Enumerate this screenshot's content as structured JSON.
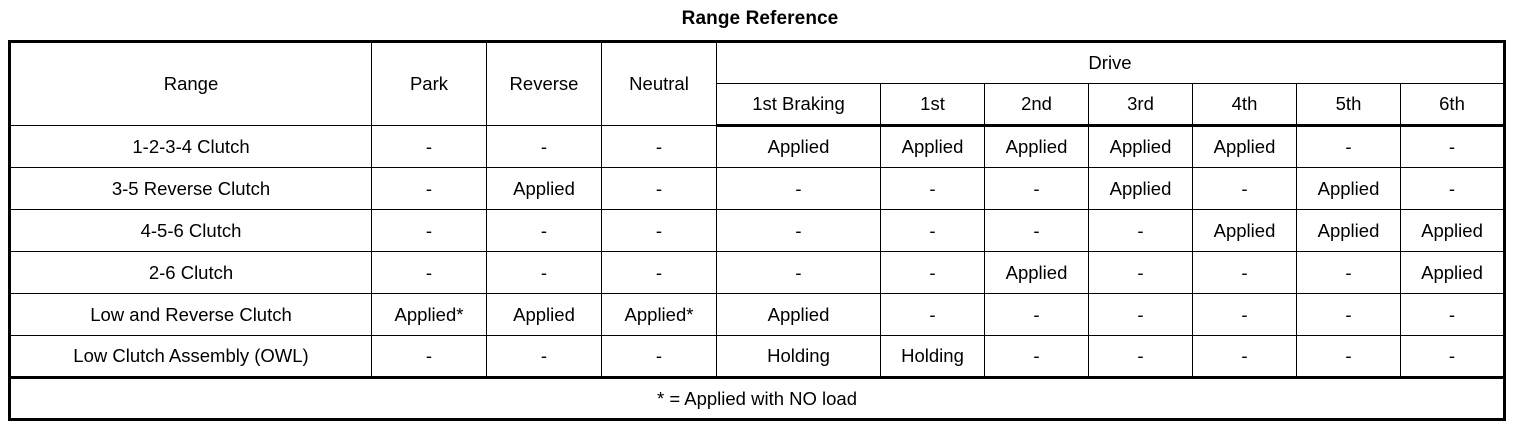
{
  "document": {
    "title": "Range Reference"
  },
  "table": {
    "range_header": "Range",
    "drive_group_header": "Drive",
    "columns": [
      {
        "key": "park",
        "label": "Park"
      },
      {
        "key": "reverse",
        "label": "Reverse"
      },
      {
        "key": "neutral",
        "label": "Neutral"
      },
      {
        "key": "1st_braking",
        "label": "1st Braking"
      },
      {
        "key": "1st",
        "label": "1st"
      },
      {
        "key": "2nd",
        "label": "2nd"
      },
      {
        "key": "3rd",
        "label": "3rd"
      },
      {
        "key": "4th",
        "label": "4th"
      },
      {
        "key": "5th",
        "label": "5th"
      },
      {
        "key": "6th",
        "label": "6th"
      }
    ],
    "rows": [
      {
        "label": "1-2-3-4 Clutch",
        "values": [
          "-",
          "-",
          "-",
          "Applied",
          "Applied",
          "Applied",
          "Applied",
          "Applied",
          "-",
          "-"
        ]
      },
      {
        "label": "3-5 Reverse Clutch",
        "values": [
          "-",
          "Applied",
          "-",
          "-",
          "-",
          "-",
          "Applied",
          "-",
          "Applied",
          "-"
        ]
      },
      {
        "label": "4-5-6 Clutch",
        "values": [
          "-",
          "-",
          "-",
          "-",
          "-",
          "-",
          "-",
          "Applied",
          "Applied",
          "Applied"
        ]
      },
      {
        "label": "2-6 Clutch",
        "values": [
          "-",
          "-",
          "-",
          "-",
          "-",
          "Applied",
          "-",
          "-",
          "-",
          "Applied"
        ]
      },
      {
        "label": "Low and Reverse Clutch",
        "values": [
          "Applied*",
          "Applied",
          "Applied*",
          "Applied",
          "-",
          "-",
          "-",
          "-",
          "-",
          "-"
        ]
      },
      {
        "label": "Low Clutch Assembly (OWL)",
        "values": [
          "-",
          "-",
          "-",
          "Holding",
          "Holding",
          "-",
          "-",
          "-",
          "-",
          "-"
        ]
      }
    ],
    "footnote": "* = Applied with NO load"
  },
  "colors": {
    "text": "#000000",
    "background": "#ffffff",
    "border": "#000000"
  }
}
